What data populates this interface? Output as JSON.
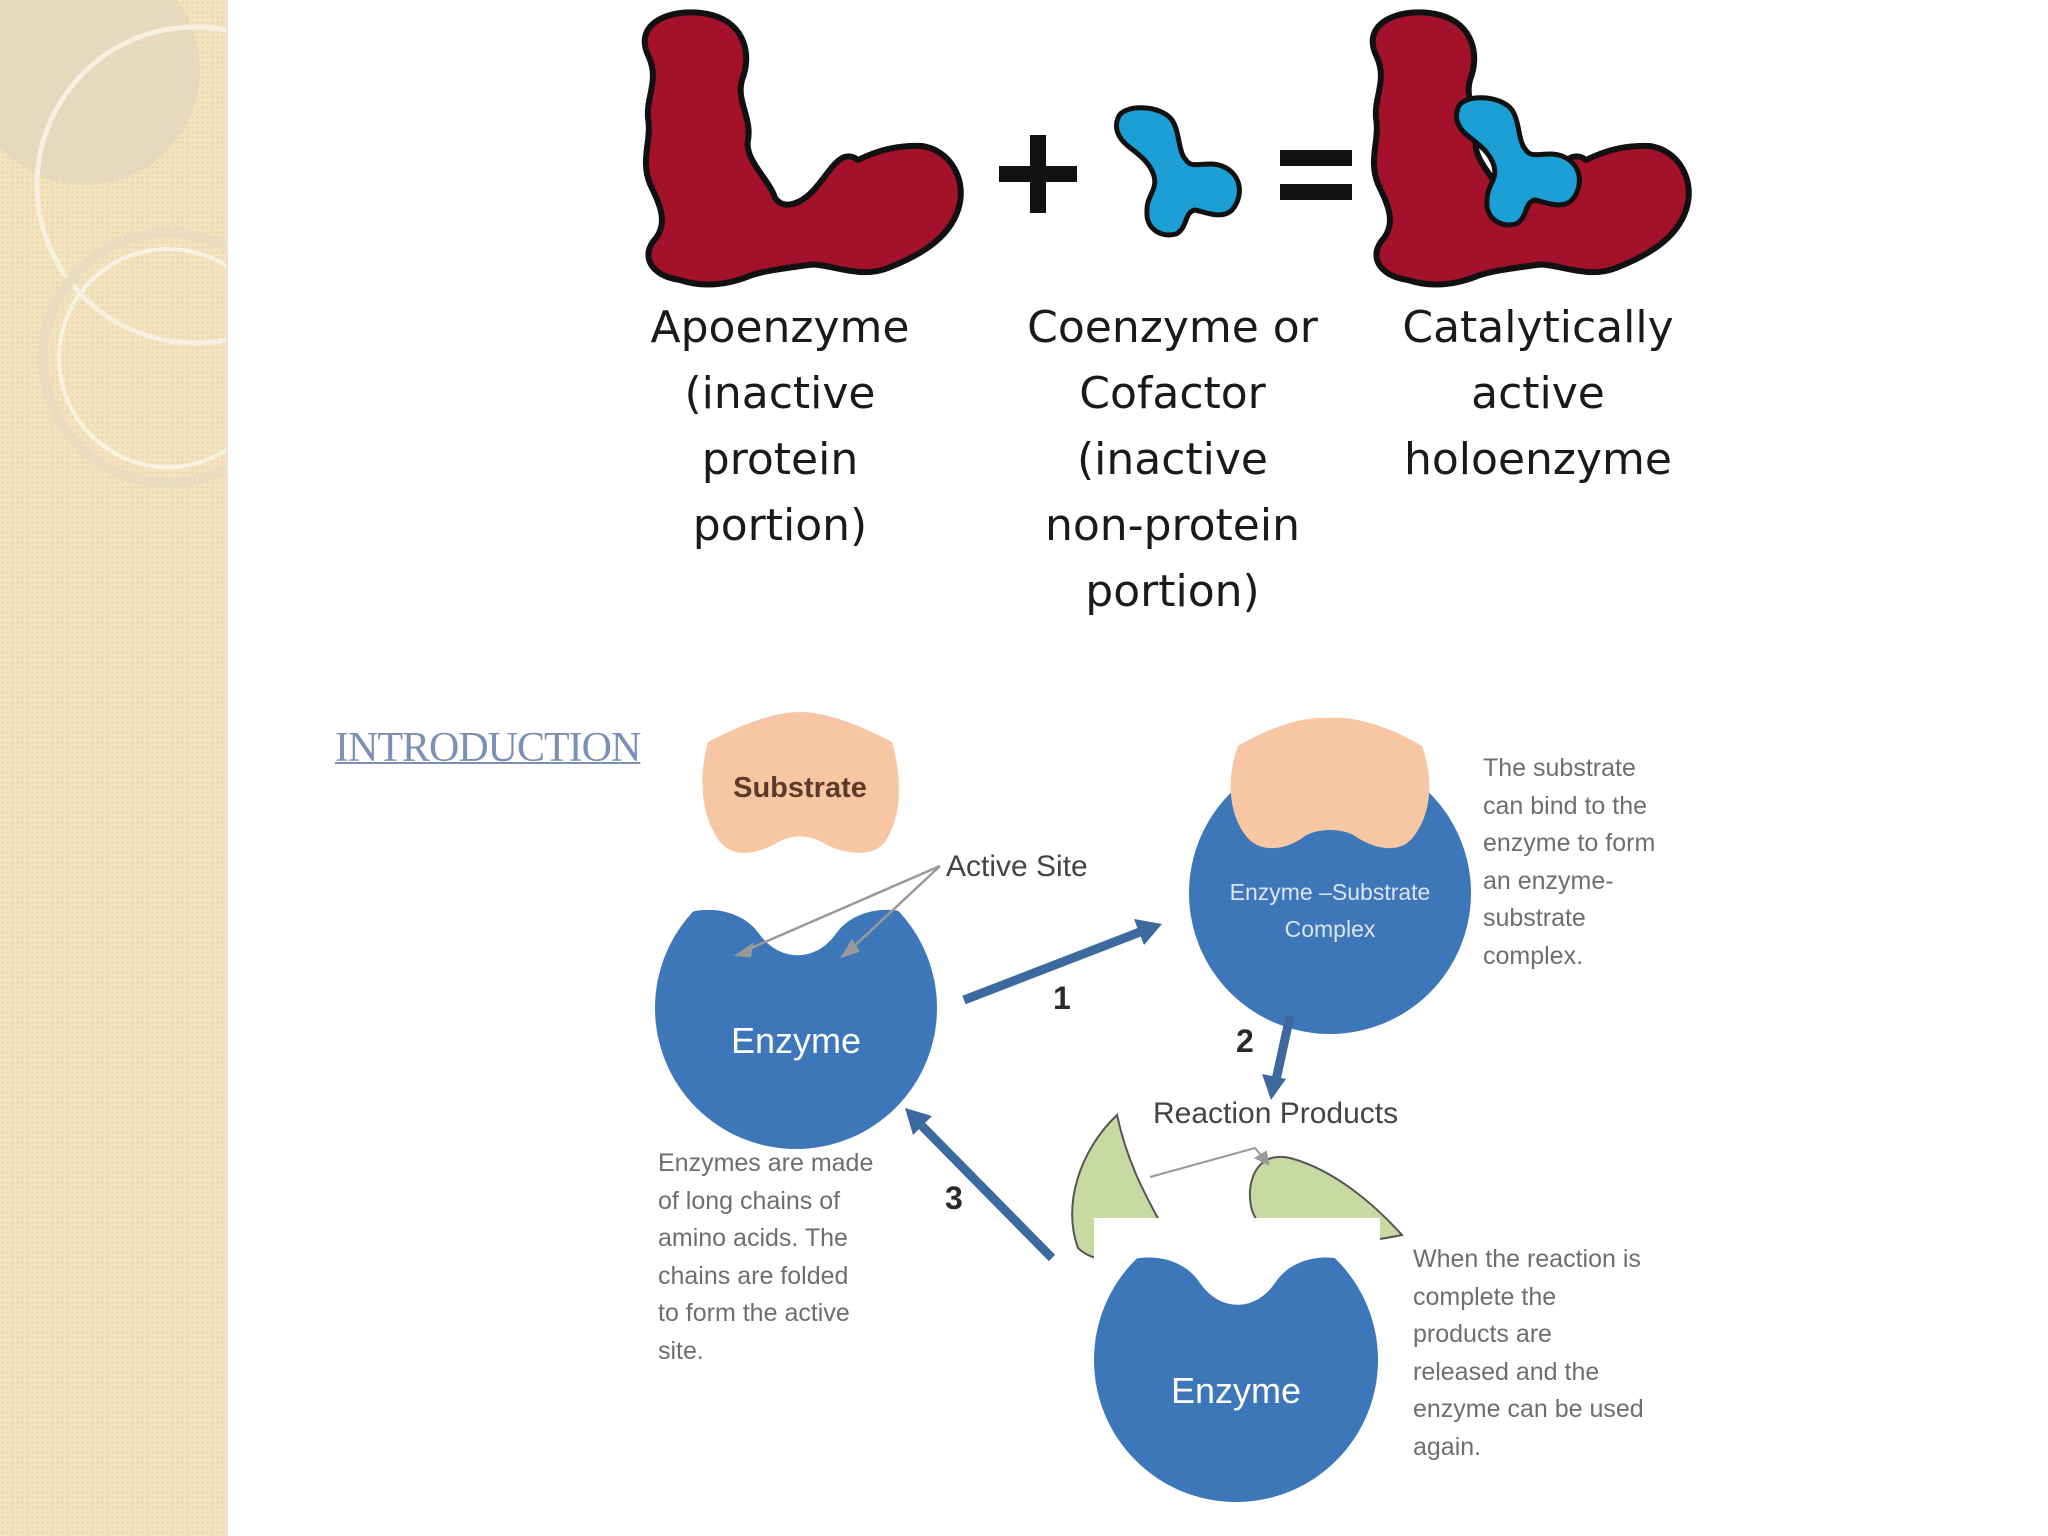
{
  "colors": {
    "apoenzyme": "#a3112b",
    "cofactor": "#1b9fd4",
    "enzyme": "#3d76b9",
    "substrate": "#f7c7a3",
    "products": "#c8d9a2",
    "arrow": "#3c6a9e",
    "sidebar": "#f3e3bf"
  },
  "top_panel": {
    "operators": {
      "plus": "+",
      "equals": "="
    },
    "labels": {
      "apoenzyme": "Apoenzyme\n(inactive\nprotein\nportion)",
      "cofactor": "Coenzyme or\nCofactor\n(inactive\nnon-protein\nportion)",
      "holoenzyme": "Catalytically\nactive\nholoenzyme"
    }
  },
  "bottom_panel": {
    "heading": "INTRODUCTION",
    "substrate_label": "Substrate",
    "active_site_label": "Active Site",
    "enzyme_label": "Enzyme",
    "complex_label": "Enzyme –Substrate\nComplex",
    "reaction_products_label": "Reaction Products",
    "enzyme_label_2": "Enzyme",
    "step_numbers": [
      "1",
      "2",
      "3"
    ],
    "notes": {
      "binding": "The substrate\ncan bind to the\nenzyme to form\nan enzyme-\nsubstrate\ncomplex.",
      "enzymes": "Enzymes are made\nof long chains of\namino acids.  The\nchains are folded\nto form the active\nsite.",
      "release": "When the reaction is\ncomplete the\nproducts are\nreleased and the\nenzyme can be used\nagain."
    }
  }
}
